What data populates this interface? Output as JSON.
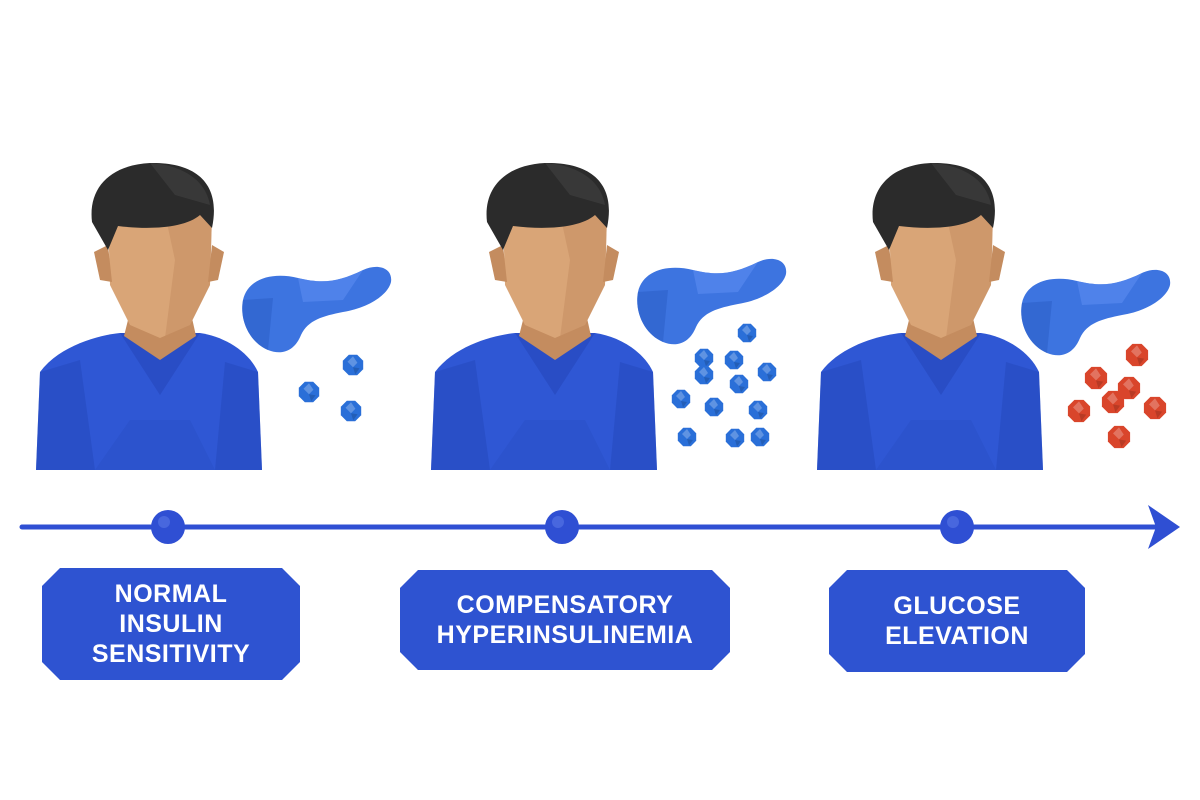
{
  "colors": {
    "shirt": "#2f57d4",
    "shirt_shade": "#2446b8",
    "skin": "#d9a577",
    "skin_shade": "#c48c5f",
    "hair": "#2b2b2b",
    "hair_light": "#3f3f3f",
    "pancreas": "#3d74e0",
    "pancreas_light": "#5b8cf0",
    "insulin_particle": "#2a6fd8",
    "glucose_particle": "#d9452b",
    "timeline": "#2f4fd3",
    "label_bg": "#2e53d1",
    "label_text": "#ffffff"
  },
  "icons": [
    "person-icon",
    "pancreas-icon",
    "insulin-particle-icon",
    "glucose-particle-icon",
    "timeline-arrow-icon"
  ],
  "stages": [
    {
      "label": "NORMAL\nINSULIN\nSENSITIVITY",
      "particle_type": "insulin",
      "particle_count": 3
    },
    {
      "label": "COMPENSATORY\nHYPERINSULINEMIA",
      "particle_type": "insulin",
      "particle_count": 12
    },
    {
      "label": "GLUCOSE\nELEVATION",
      "particle_type": "glucose",
      "particle_count": 7
    }
  ]
}
